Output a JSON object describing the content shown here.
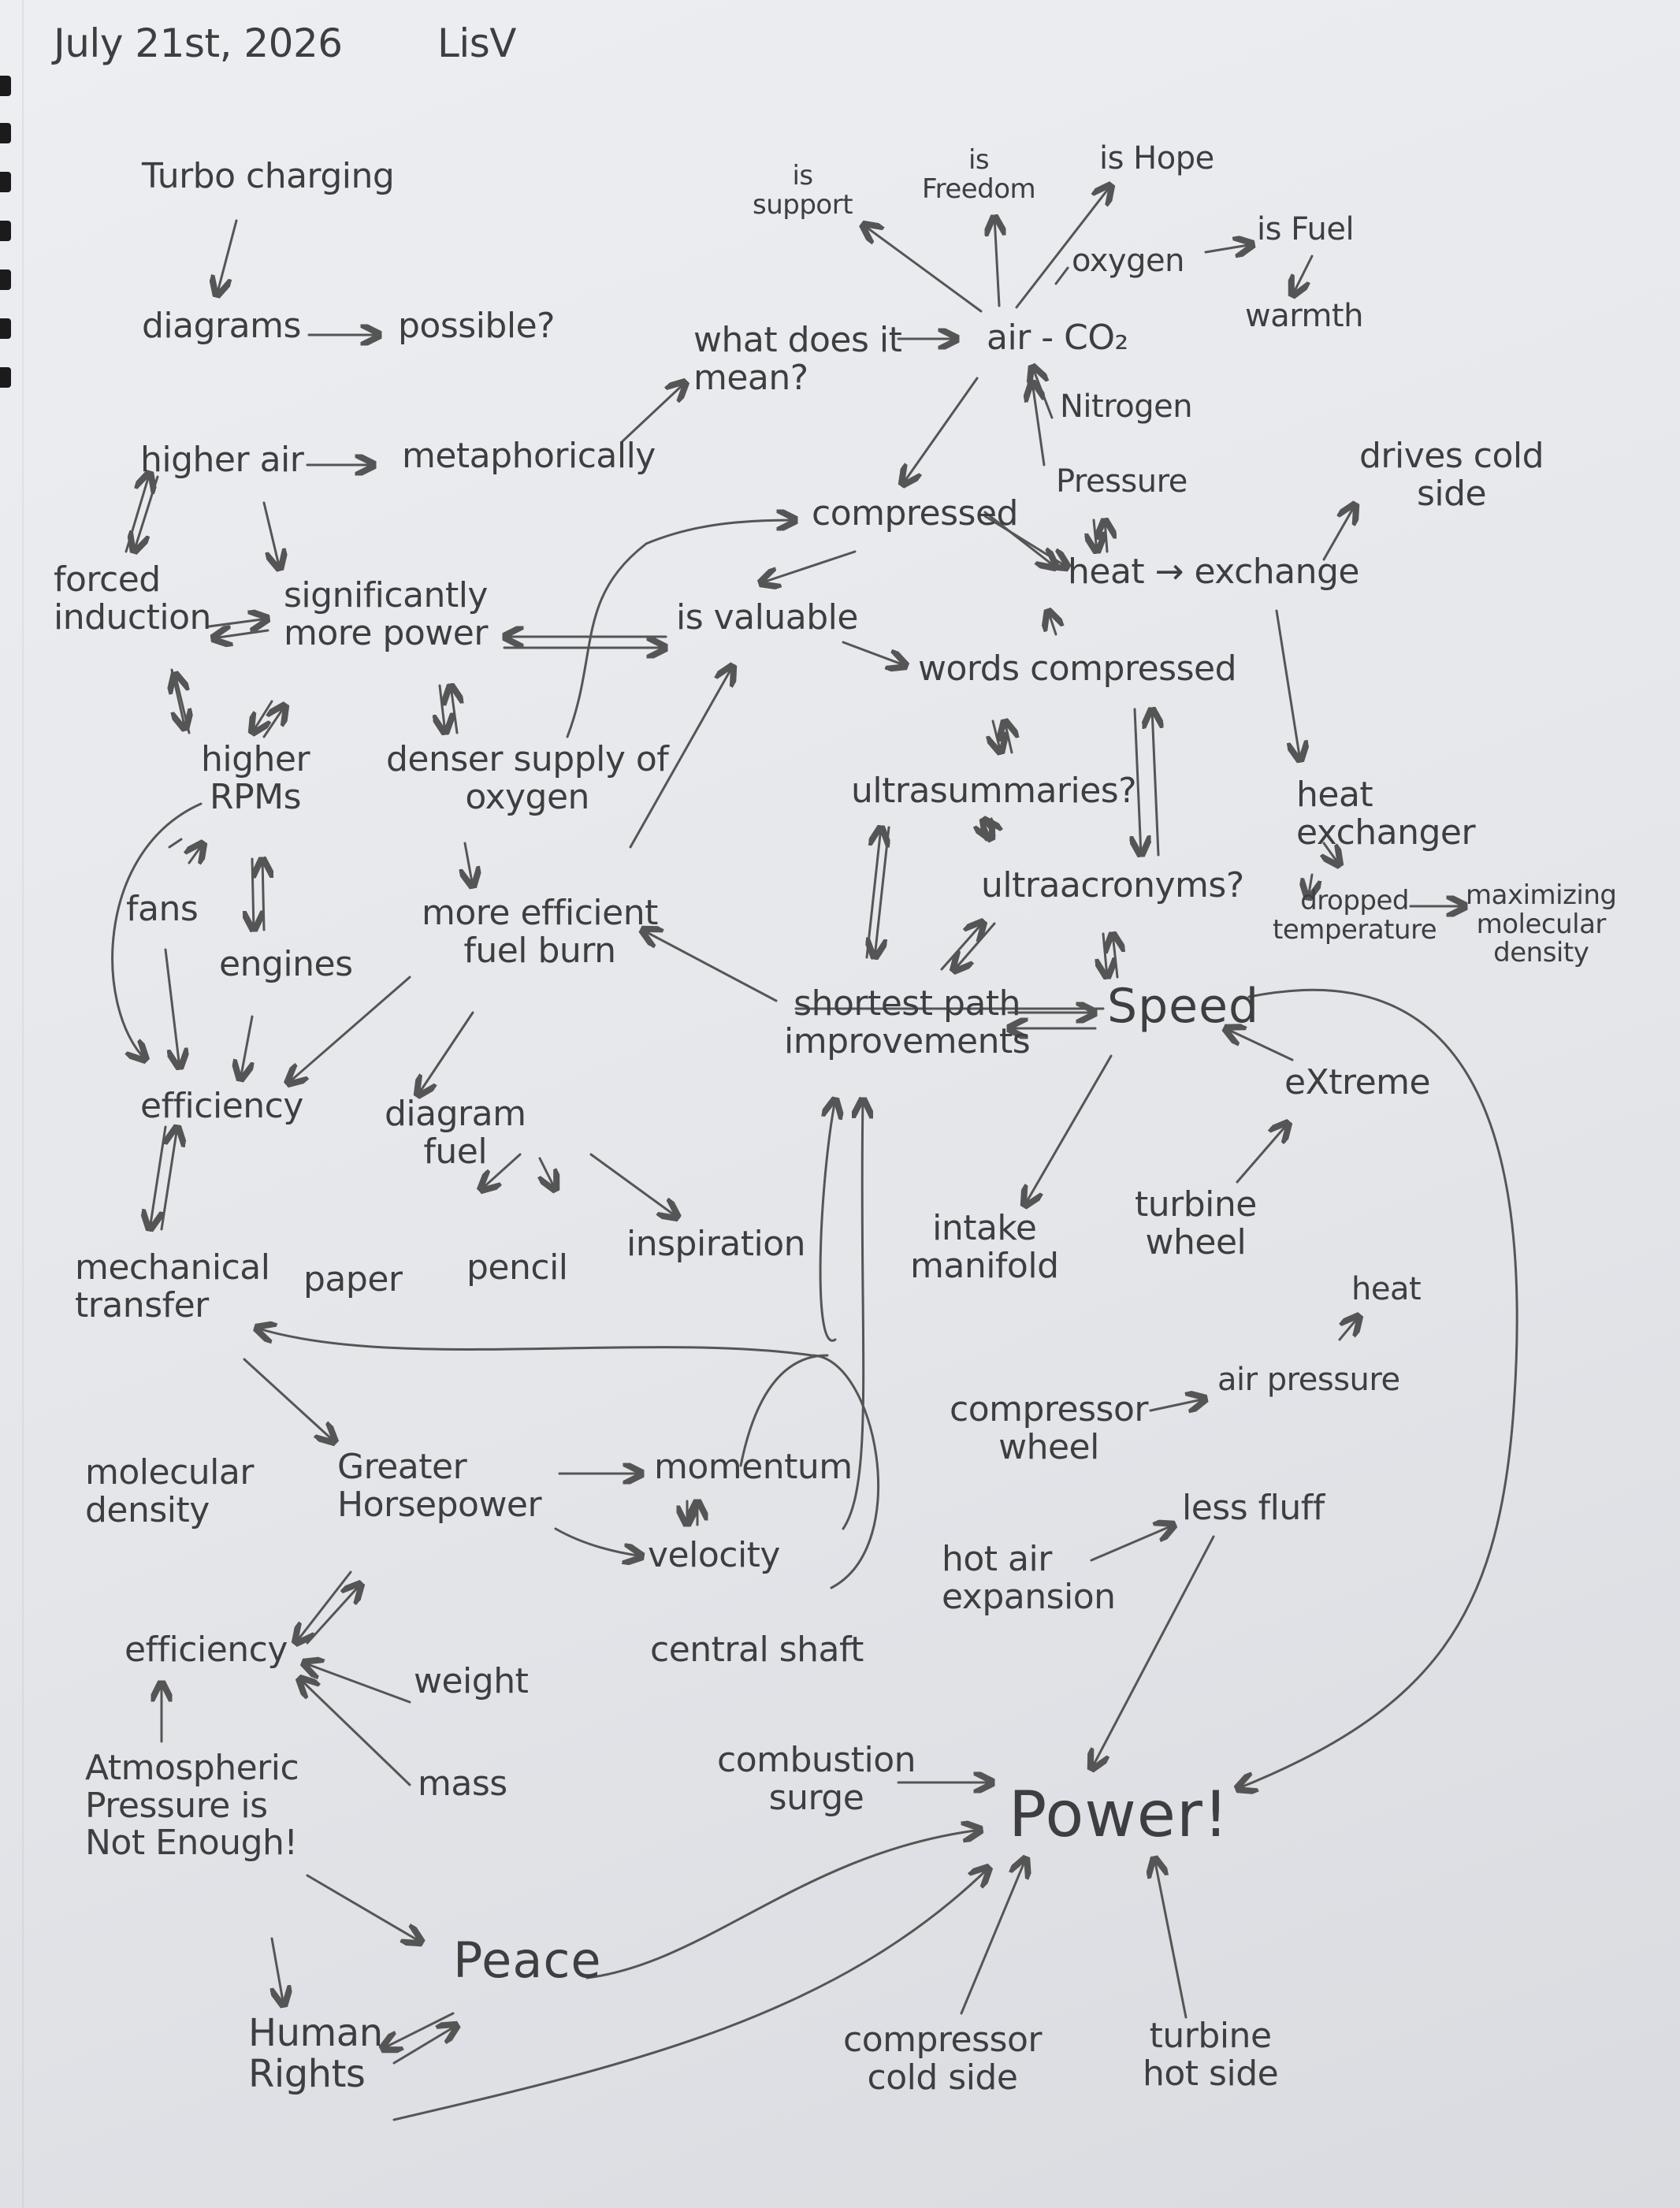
{
  "header": {
    "date": "July 21st, 2026",
    "author": "LisV"
  },
  "nodes": {
    "turbo_charging": "Turbo charging",
    "diagrams": "diagrams",
    "possible": "possible?",
    "higher_air": "higher air",
    "metaphorically": "metaphorically",
    "what_does_it_mean": "what does it\nmean?",
    "air_co2": "air - CO₂",
    "is_support": "is\nsupport",
    "is_freedom": "is\nFreedom",
    "is_hope": "is Hope",
    "oxygen": "oxygen",
    "is_fuel": "is Fuel",
    "warmth": "warmth",
    "nitrogen": "Nitrogen",
    "pressure": "Pressure",
    "compressed": "compressed",
    "heat_exchange": "heat → exchange",
    "drives_cold_side": "drives cold\nside",
    "forced_induction": "forced\ninduction",
    "significantly_more_power": "significantly\nmore power",
    "is_valuable": "is valuable",
    "words_compressed": "words compressed",
    "higher_rpms": "higher\nRPMs",
    "denser_supply": "denser supply of\noxygen",
    "ultrasummaries": "ultrasummaries?",
    "ultraacronyms": "ultraacronyms?",
    "heat_exchanger": "heat\nexchanger",
    "dropped_temperature": "dropped\ntemperature",
    "maximizing_molecular_density": "maximizing\nmolecular\ndensity",
    "fans": "fans",
    "engines": "engines",
    "more_efficient_fuel_burn": "more efficient\nfuel burn",
    "shortest_path_improvements": "shortest path\nimprovements",
    "speed": "Speed",
    "extreme": "eXtreme",
    "efficiency_top": "efficiency",
    "diagram_fuel": "diagram\nfuel",
    "paper": "paper",
    "pencil": "pencil",
    "inspiration": "inspiration",
    "intake_manifold": "intake\nmanifold",
    "turbine_wheel": "turbine\nwheel",
    "mechanical_transfer": "mechanical\ntransfer",
    "heat": "heat",
    "compressor_wheel": "compressor\nwheel",
    "air_pressure": "air pressure",
    "molecular_density": "molecular\ndensity",
    "greater_horsepower": "Greater\nHorsepower",
    "momentum": "momentum",
    "velocity": "velocity",
    "hot_air_expansion": "hot air\nexpansion",
    "less_fluff": "less fluff",
    "efficiency_bottom": "efficiency",
    "weight": "weight",
    "central_shaft": "central shaft",
    "mass": "mass",
    "combustion_surge": "combustion\nsurge",
    "power": "Power!",
    "atmospheric_pressure": "Atmospheric\nPressure is\nNot Enough!",
    "peace": "Peace",
    "human_rights": "Human\nRights",
    "compressor_cold_side": "compressor\ncold side",
    "turbine_hot_side": "turbine\nhot side"
  },
  "style": {
    "ink": "#3e3e40",
    "paper": "#e6e8ec"
  }
}
